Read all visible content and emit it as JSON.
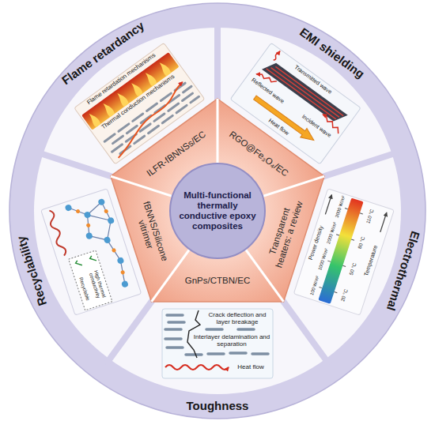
{
  "diagram": {
    "nodes": [
      {
        "text": [
          "Flame retardancy"
        ]
      },
      {
        "text": [
          "EMI shielding"
        ]
      },
      {
        "text": [
          "Electrothermal"
        ]
      },
      {
        "text": [
          "Toughness"
        ]
      },
      {
        "text": [
          "Recyclability"
        ]
      },
      {
        "text": [
          "ILFR-fBNNSs/EC"
        ]
      },
      {
        "text": [
          "RGO@Fe₃O₄/EC"
        ]
      },
      {
        "text": [
          "Transparent heaters: a review"
        ]
      },
      {
        "text": [
          "GnPs/CTBN/EC"
        ]
      },
      {
        "text": [
          "fBNNS/Silicone vitrimer"
        ]
      },
      {
        "text": [
          "Multi-functional thermally conductive epoxy composites"
        ]
      }
    ],
    "labels": [
      "Flame retardation mechanisms",
      "Thermal conduction mechanisms",
      "Transmitted wave",
      "Reflected wave",
      "Incident wave",
      "Heat flow",
      "Power density",
      "100 W/m²",
      "1000 W/m²",
      "2000 W/m²",
      "3000 W/m²",
      "20 °C",
      "50 °C",
      "80 °C",
      "110 °C",
      "Temperature",
      "Crack deflection and layer breakage",
      "Interlayer delamination and separation",
      "Heat flow",
      "High thermal conductivity",
      "Recyclable"
    ]
  }
}
